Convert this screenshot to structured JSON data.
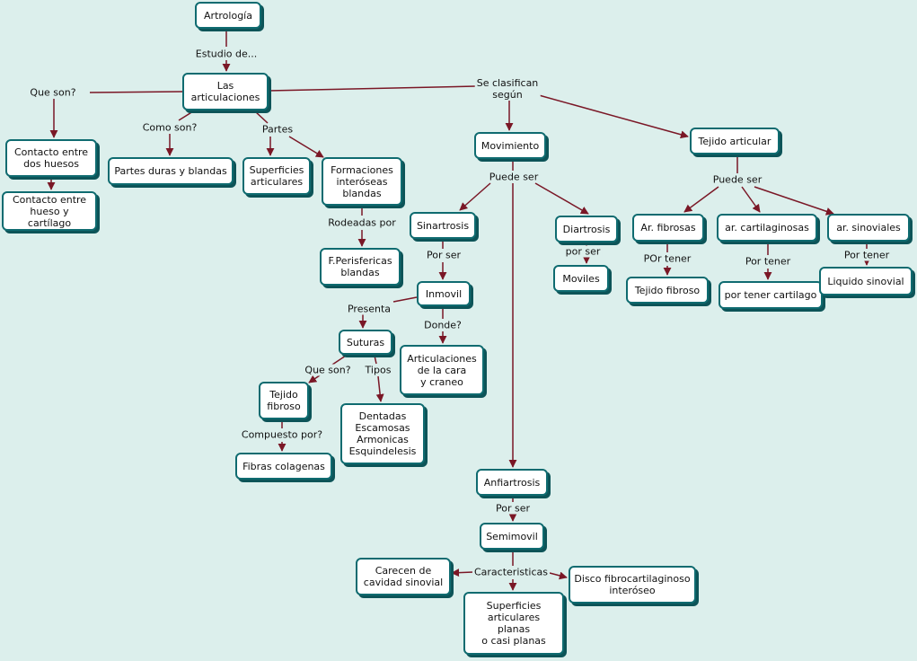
{
  "colors": {
    "background": "#dcefec",
    "node_border": "#0f6b70",
    "node_shadow": "#0d5458",
    "link": "#7a1726"
  },
  "nodes": {
    "artrologia": "Artrología",
    "articulaciones": "Las\narticulaciones",
    "contacto_huesos": "Contacto entre\ndos huesos",
    "contacto_cartilago": "Contacto entre\nhueso y cartílago",
    "partes_duras": "Partes duras y blandas",
    "superficies_articulares": "Superficies\narticulares",
    "formaciones": "Formaciones\ninteróseas\nblandas",
    "perisfericas": "F.Perisfericas\nblandas",
    "movimiento": "Movimiento",
    "tejido_articular": "Tejido articular",
    "sinartrosis": "Sinartrosis",
    "inmovil": "Inmovil",
    "suturas": "Suturas",
    "articulaciones_cara": "Articulaciones\nde la cara\ny craneo",
    "tejido_fibroso_suturas": "Tejido\nfibroso",
    "dentadas": "Dentadas\nEscamosas\nArmonicas\nEsquindelesis",
    "fibras_colagenas": "Fibras colagenas",
    "diartrosis": "Diartrosis",
    "moviles": "Moviles",
    "ar_fibrosas": "Ar. fibrosas",
    "tejido_fibroso": "Tejido fibroso",
    "ar_cartilaginosas": "ar. cartilaginosas",
    "por_tener_cartilago": "por tener cartilago",
    "ar_sinoviales": "ar. sinoviales",
    "liquido_sinovial": "Liquido sinovial",
    "anfiartrosis": "Anfiartrosis",
    "semimovil": "Semimovil",
    "carecen": "Carecen de\ncavidad sinovial",
    "disco": "Disco fibrocartilaginoso\ninteróseo",
    "superficies_planas": "Superficies\narticulares\nplanas\no casi planas"
  },
  "links": {
    "estudio": "Estudio de...",
    "que_son_1": "Que son?",
    "como_son": "Como son?",
    "partes": "Partes",
    "se_clasifican": "Se clasifican\nsegún",
    "rodeadas": "Rodeadas por",
    "puede_ser_1": "Puede  ser",
    "puede_ser_2": "Puede  ser",
    "por_ser_1": "Por ser",
    "presenta": "Presenta",
    "donde": "Donde?",
    "que_son_2": "Que son?",
    "tipos": "Tipos",
    "compuesto": "Compuesto por?",
    "por_ser_2": "por ser",
    "por_tener_1": "POr tener",
    "por_tener_2": "Por tener",
    "por_tener_3": "Por tener",
    "por_ser_3": "Por ser",
    "caracteristicas": "Caracteristicas"
  }
}
